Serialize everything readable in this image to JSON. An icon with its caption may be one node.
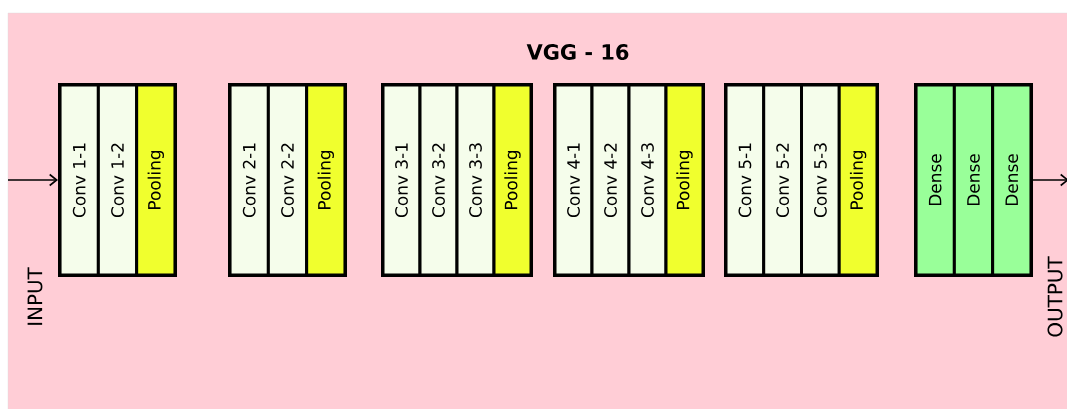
{
  "diagram": {
    "title": "VGG - 16",
    "nodes": [
      {
        "text": [],
        "shape": "box"
      },
      {
        "text": [
          "Conv 1-1"
        ],
        "in": 0
      },
      {
        "text": [
          "Conv 1-2"
        ],
        "in": 0
      },
      {
        "text": [
          "Pooling"
        ],
        "in": 0
      },
      {
        "text": [],
        "shape": "box"
      },
      {
        "text": [
          "Conv 2-1"
        ],
        "in": 4
      },
      {
        "text": [
          "Conv 2-2"
        ],
        "in": 4
      },
      {
        "text": [
          "Pooling"
        ],
        "in": 4
      },
      {
        "text": [],
        "shape": "box"
      },
      {
        "text": [
          "Conv 3-1"
        ],
        "in": 8
      },
      {
        "text": [
          "Conv 3-2"
        ],
        "in": 8
      },
      {
        "text": [
          "Conv 3-3"
        ],
        "in": 8
      },
      {
        "text": [
          "Pooling"
        ],
        "in": 8
      },
      {
        "text": [],
        "shape": "box"
      },
      {
        "text": [
          "Conv 4-1"
        ],
        "in": 13
      },
      {
        "text": [
          "Conv 4-2"
        ],
        "in": 13
      },
      {
        "text": [
          "Conv 4-3"
        ],
        "in": 13
      },
      {
        "text": [
          "Pooling"
        ],
        "in": 13
      },
      {
        "text": [],
        "shape": "box"
      },
      {
        "text": [
          "Conv 5-1"
        ],
        "in": 18
      },
      {
        "text": [
          "Conv 5-2"
        ],
        "in": 18
      },
      {
        "text": [
          "Conv 5-3"
        ],
        "in": 18
      },
      {
        "text": [
          "Pooling"
        ],
        "in": 18
      },
      {
        "text": [],
        "shape": "box"
      },
      {
        "text": [
          "Dense"
        ],
        "in": 23
      },
      {
        "text": [
          "Dense"
        ],
        "in": 23
      },
      {
        "text": [
          "Dense"
        ],
        "in": 23
      }
    ],
    "edges": [
      {
        "from": null,
        "to": 0,
        "arrow": "to"
      },
      {
        "from": 23,
        "to": null,
        "arrow": "to"
      }
    ],
    "labels": [
      "INPUT",
      "OUTPUT"
    ]
  }
}
